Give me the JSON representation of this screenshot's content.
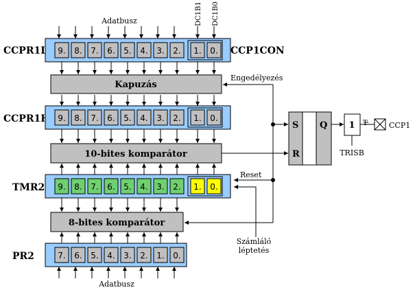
{
  "colors": {
    "register_frame": "#99ccff",
    "cell_gray": "#c0c0c0",
    "cell_green": "#70d070",
    "cell_yellow": "#ffff00",
    "box_gray": "#c0c0c0",
    "line": "#000000"
  },
  "labels": {
    "adatbusz_top": "Adatbusz",
    "adatbusz_bottom": "Adatbusz",
    "dc1b1": "DC1B1",
    "dc1b0": "DC1B0",
    "engedelyezes": "Engedélyezés",
    "reset": "Reset",
    "szamlalo_line1": "Számláló",
    "szamlalo_line2": "léptetés",
    "trisb": "TRISB",
    "ccp1": "CCP1",
    "t_mark": "T"
  },
  "registers": [
    {
      "name": "CCPR1L",
      "high_bits": [
        "9.",
        "8.",
        "7.",
        "6.",
        "5.",
        "4.",
        "3.",
        "2."
      ],
      "low_bits": []
    },
    {
      "name": "CCP1CON",
      "high_bits": [],
      "low_bits": [
        "1.",
        "0."
      ]
    },
    {
      "name": "CCPR1H",
      "high_bits": [
        "9.",
        "8.",
        "7.",
        "6.",
        "5.",
        "4.",
        "3.",
        "2."
      ],
      "low_bits": [
        "1.",
        "0."
      ]
    },
    {
      "name": "TMR2",
      "high_bits": [
        "9.",
        "8.",
        "7.",
        "6.",
        "5.",
        "4.",
        "3.",
        "2."
      ],
      "low_bits": [
        "1.",
        "0."
      ]
    },
    {
      "name": "PR2",
      "high_bits": [
        "7.",
        "6.",
        "5.",
        "4.",
        "3.",
        "2.",
        "1.",
        "0."
      ],
      "low_bits": []
    }
  ],
  "blocks": {
    "kapuzas": "Kapuzás",
    "komparator10": "10-bites komparátor",
    "komparator8": "8-bites komparátor",
    "latch_s": "S",
    "latch_r": "R",
    "latch_q": "Q",
    "buffer": "1"
  }
}
